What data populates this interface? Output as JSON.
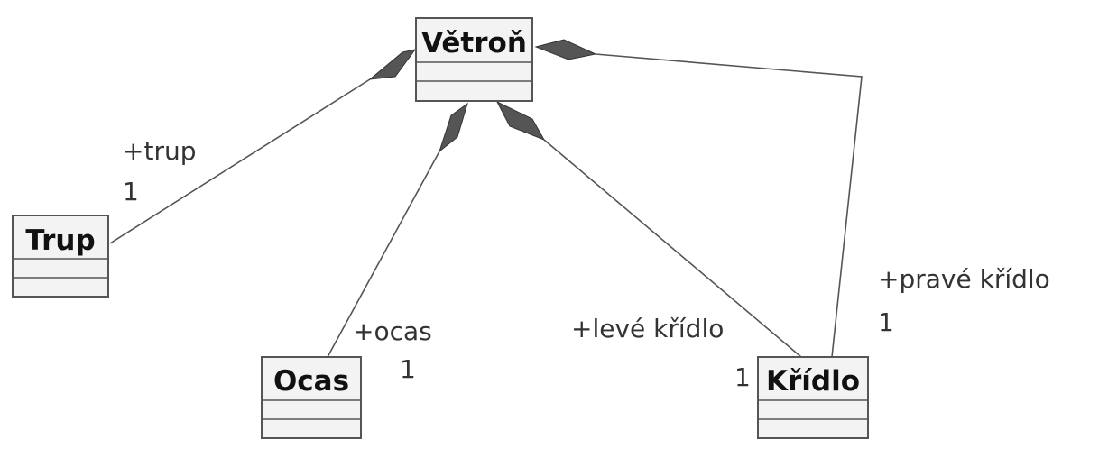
{
  "diagram": {
    "type": "uml-class-diagram",
    "classes": [
      {
        "id": "vetron",
        "name": "Větroň"
      },
      {
        "id": "trup",
        "name": "Trup"
      },
      {
        "id": "ocas",
        "name": "Ocas"
      },
      {
        "id": "kridlo",
        "name": "Křídlo"
      }
    ],
    "associations": [
      {
        "whole": "vetron",
        "part": "trup",
        "kind": "composition",
        "role": "+trup",
        "multiplicity": "1"
      },
      {
        "whole": "vetron",
        "part": "ocas",
        "kind": "composition",
        "role": "+ocas",
        "multiplicity": "1"
      },
      {
        "whole": "vetron",
        "part": "kridlo",
        "kind": "composition",
        "role": "+levé křídlo",
        "multiplicity": "1"
      },
      {
        "whole": "vetron",
        "part": "kridlo",
        "kind": "composition",
        "role": "+pravé křídlo",
        "multiplicity": "1"
      }
    ]
  },
  "colors": {
    "box_fill": "#f3f3f3",
    "box_stroke": "#555555",
    "line": "#555555",
    "diamond": "#555555"
  }
}
